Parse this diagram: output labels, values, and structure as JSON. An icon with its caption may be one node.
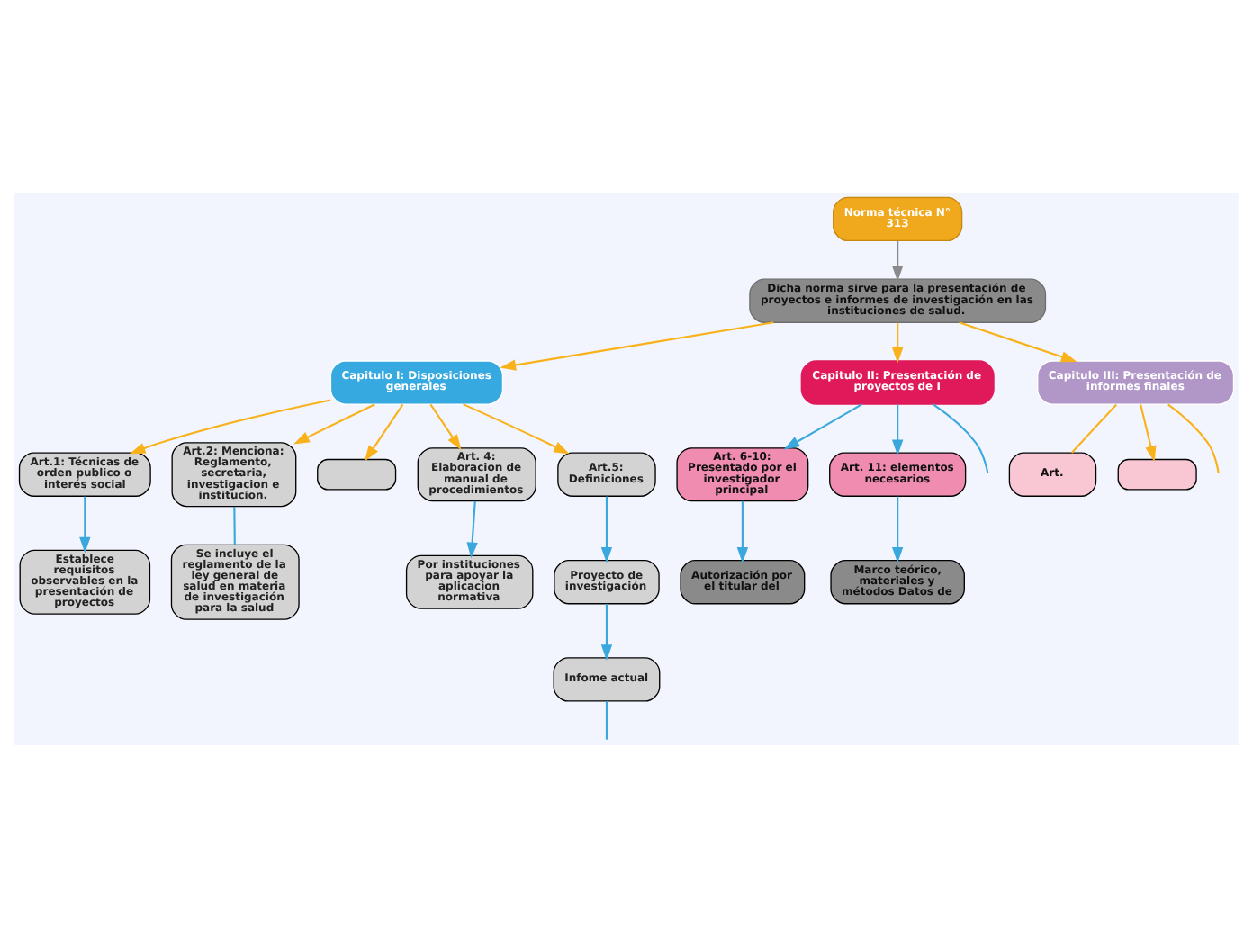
{
  "diagram": {
    "nodes": [
      {
        "text": [
          "Norma técnica N°",
          "313"
        ]
      },
      {
        "text": [
          "Dicha norma sirve para la presentación de proyectos e informes de investigación en las instituciones de salud."
        ]
      },
      {
        "text": [
          "Capitulo I: Disposiciones generales"
        ]
      },
      {
        "text": [
          "Art.1: Técnicas de orden publico o interés social"
        ]
      },
      {
        "text": [
          "Establece requisitos observables en la presentación de proyectos"
        ]
      },
      {
        "text": [
          "Art.2: Menciona: Reglamento, secretaria, investigacion e institucion."
        ]
      },
      {
        "text": [
          "Se incluye el reglamento de la ley general de salud en materia de investigación para la salud"
        ]
      },
      {
        "text": [],
        "shape": "box"
      },
      {
        "text": [
          "Art. 4: Elaboracion de manual de procedimientos"
        ]
      },
      {
        "text": [
          "Por instituciones para apoyar la aplicacion normativa"
        ]
      },
      {
        "text": [
          "Art.5: Definiciones"
        ]
      },
      {
        "text": [
          "Proyecto de investigación"
        ]
      },
      {
        "text": [
          "Infome actual"
        ]
      },
      {
        "text": [
          "Capitulo II: Presentación de proyectos de I"
        ]
      },
      {
        "text": [
          "Art. 6-10: Presentado por el investigador principal"
        ]
      },
      {
        "text": [
          "Autorización por el titular del"
        ]
      },
      {
        "text": [
          "Art. 11: elementos necesarios"
        ]
      },
      {
        "text": [
          "Marco teórico, materiales y métodos Datos de"
        ]
      },
      {
        "text": [
          "Capitulo III: Presentación de informes finales"
        ]
      },
      {
        "text": [
          "Art."
        ]
      },
      {
        "text": [],
        "shape": "box"
      }
    ],
    "edges": [
      {
        "from": 0,
        "to": 1,
        "arrow": "to",
        "color": "#8a8a8a"
      },
      {
        "from": 1,
        "to": 2,
        "arrow": "to",
        "color": "#f9b21b"
      },
      {
        "from": 1,
        "to": 13,
        "arrow": "to",
        "color": "#f9b21b"
      },
      {
        "from": 1,
        "to": 18,
        "arrow": "to",
        "color": "#f9b21b"
      },
      {
        "from": 2,
        "to": 3,
        "arrow": "to",
        "color": "#f9b21b"
      },
      {
        "from": 2,
        "to": 5,
        "arrow": "to",
        "color": "#f9b21b"
      },
      {
        "from": 2,
        "to": 7,
        "arrow": "to",
        "color": "#f9b21b"
      },
      {
        "from": 2,
        "to": 8,
        "arrow": "to",
        "color": "#f9b21b"
      },
      {
        "from": 2,
        "to": 10,
        "arrow": "to",
        "color": "#f9b21b"
      },
      {
        "from": 3,
        "to": 4,
        "arrow": "to",
        "color": "#3aa8dc"
      },
      {
        "from": 5,
        "to": 6,
        "arrow": "none",
        "color": "#3aa8dc"
      },
      {
        "from": 8,
        "to": 9,
        "arrow": "to",
        "color": "#3aa8dc"
      },
      {
        "from": 10,
        "to": 11,
        "arrow": "to",
        "color": "#3aa8dc"
      },
      {
        "from": 11,
        "to": 12,
        "arrow": "to",
        "color": "#3aa8dc"
      },
      {
        "from": 12,
        "to": null,
        "arrow": "none",
        "color": "#3aa8dc"
      },
      {
        "from": 13,
        "to": 14,
        "arrow": "to",
        "color": "#3aa8dc"
      },
      {
        "from": 13,
        "to": 16,
        "arrow": "to",
        "color": "#3aa8dc"
      },
      {
        "from": 13,
        "to": null,
        "arrow": "none",
        "color": "#3aa8dc"
      },
      {
        "from": 14,
        "to": 15,
        "arrow": "to",
        "color": "#3aa8dc"
      },
      {
        "from": 16,
        "to": 17,
        "arrow": "to",
        "color": "#3aa8dc"
      },
      {
        "from": 18,
        "to": 19,
        "arrow": "none",
        "color": "#f9b21b"
      },
      {
        "from": 18,
        "to": null,
        "arrow": "none",
        "color": "#f9b21b"
      },
      {
        "from": 18,
        "to": 20,
        "arrow": "to",
        "color": "#f9b21b"
      }
    ]
  }
}
